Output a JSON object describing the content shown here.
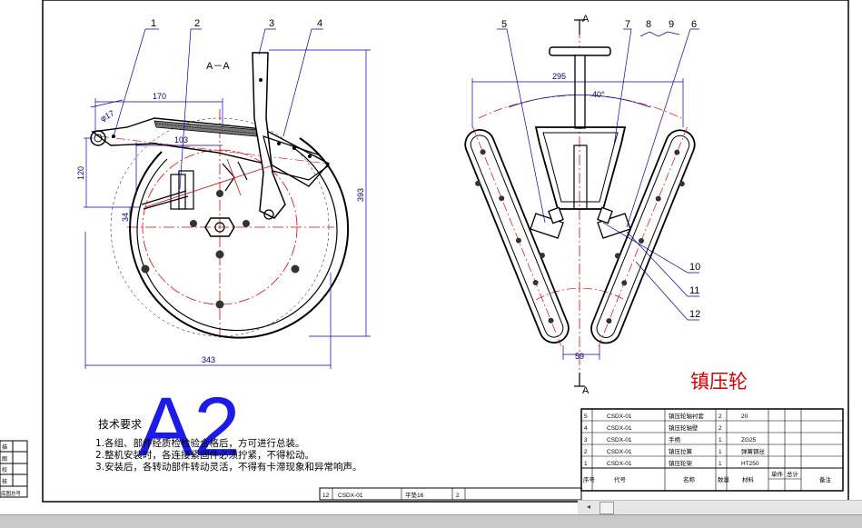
{
  "section_label": "A－A",
  "section_marks": [
    "A",
    "A"
  ],
  "callouts": [
    "1",
    "2",
    "3",
    "4",
    "5",
    "6",
    "7",
    "8",
    "9",
    "10",
    "11",
    "12"
  ],
  "dimensions": {
    "d170": "170",
    "d103": "103",
    "d120": "120",
    "d34": "34",
    "d393": "393",
    "d343": "343",
    "d295": "295",
    "d40deg": "40°",
    "d59": "59",
    "phi17": "φ17"
  },
  "title_cn": "镇压轮",
  "paper_size": "A2",
  "tech_requirements": {
    "title": "技术要求",
    "lines": [
      "1.各组、部件经质检检验合格后，方可进行总装。",
      "2.整机安装时，各连接紧固件必须拧紧，不得松动。",
      "3.安装后，各转动部件转动灵活，不得有卡滞现象和异常响声。"
    ]
  },
  "bom": {
    "rows": [
      {
        "no": "5",
        "code": "CSDX-01",
        "name": "镇压轮轴衬套",
        "qty": "2",
        "material": "20"
      },
      {
        "no": "4",
        "code": "CSDX-01",
        "name": "镇压轮轴壁",
        "qty": "2",
        "material": ""
      },
      {
        "no": "3",
        "code": "CSDX-01",
        "name": "手柄",
        "qty": "1",
        "material": "ZG25"
      },
      {
        "no": "2",
        "code": "CSDX-01",
        "name": "镇压拉簧",
        "qty": "1",
        "material": "弹簧钢丝"
      },
      {
        "no": "1",
        "code": "CSDX-01",
        "name": "镇压轮架",
        "qty": "1",
        "material": "HT250"
      }
    ],
    "header": [
      "序号",
      "代号",
      "名称",
      "数量",
      "材料",
      "单件",
      "总计",
      "备注"
    ],
    "bottom_row": {
      "no": "12",
      "code": "CSDX-01",
      "name": "平垫16",
      "qty": "2"
    }
  },
  "left_strip": [
    "描",
    "图",
    "校",
    "核",
    "底图总号"
  ],
  "colors": {
    "line": "#000000",
    "dim": "#0000b4",
    "center": "#e00000",
    "title": "#d60000",
    "a2": "#1c1ce6"
  }
}
